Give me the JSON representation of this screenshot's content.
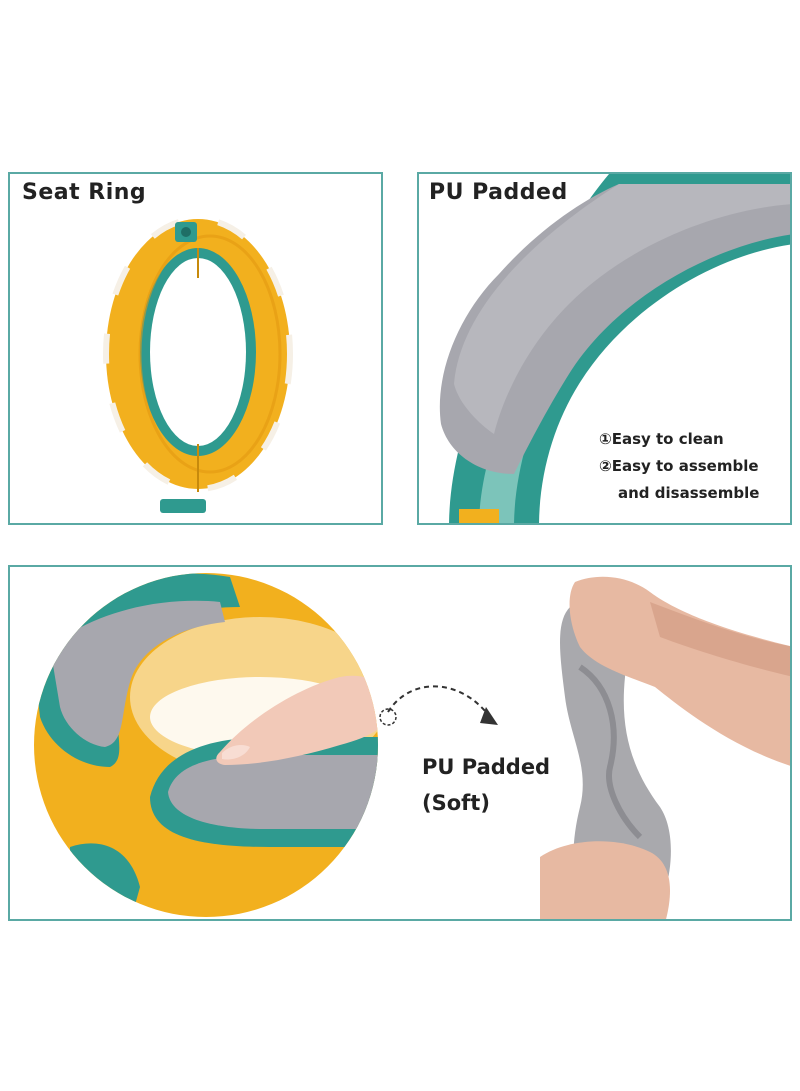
{
  "panels": {
    "seat_ring": {
      "title": "Seat Ring"
    },
    "pu_padded": {
      "title": "PU Padded",
      "features": [
        "①Easy to clean",
        "②Easy to assemble",
        "and disassemble"
      ]
    },
    "bottom": {
      "label_line1": "PU Padded",
      "label_line2": "(Soft)"
    }
  },
  "colors": {
    "border": "#5aa9a4",
    "orange": "#f2b01e",
    "teal": "#2f9a8f",
    "gray_pad": "#a7a7ae"
  },
  "icons": [
    "seat-ring-illustration",
    "pu-padded-closeup",
    "finger-press-closeup",
    "dashed-arrow-icon",
    "hands-twisting-pad"
  ]
}
